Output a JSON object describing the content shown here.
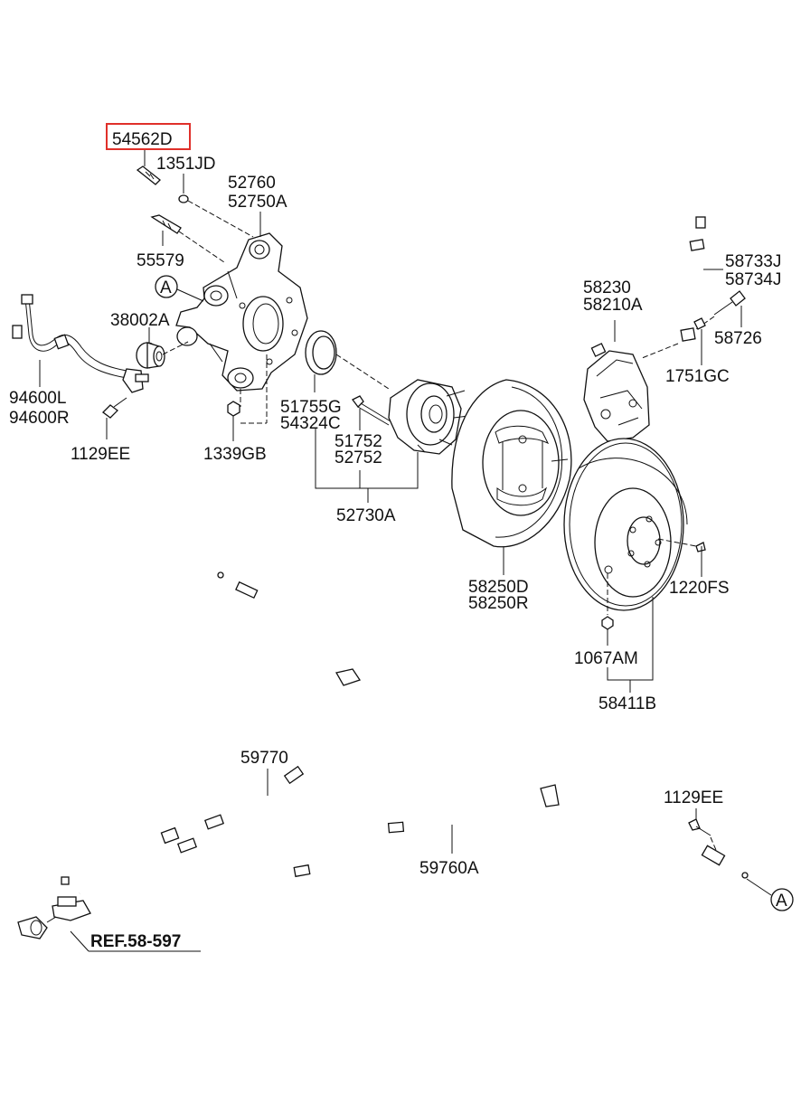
{
  "labels": {
    "p54562D": "54562D",
    "p1351JD": "1351JD",
    "p52760": "52760",
    "p52750A": "52750A",
    "p55579": "55579",
    "pA1": "A",
    "p38002A": "38002A",
    "p94600L": "94600L",
    "p94600R": "94600R",
    "p1129EE1": "1129EE",
    "p1339GB": "1339GB",
    "p51755G": "51755G",
    "p54324C": "54324C",
    "p51752": "51752",
    "p52752": "52752",
    "p52730A": "52730A",
    "p58230": "58230",
    "p58210A": "58210A",
    "p58733J": "58733J",
    "p58734J": "58734J",
    "p58726": "58726",
    "p1751GC": "1751GC",
    "p58250D": "58250D",
    "p58250R": "58250R",
    "p1220FS": "1220FS",
    "p1067AM": "1067AM",
    "p58411B": "58411B",
    "p59770": "59770",
    "p1129EE2": "1129EE",
    "p59760A": "59760A",
    "pA2": "A",
    "ref": "REF.58-597"
  },
  "highlight_color": "#e0302a"
}
